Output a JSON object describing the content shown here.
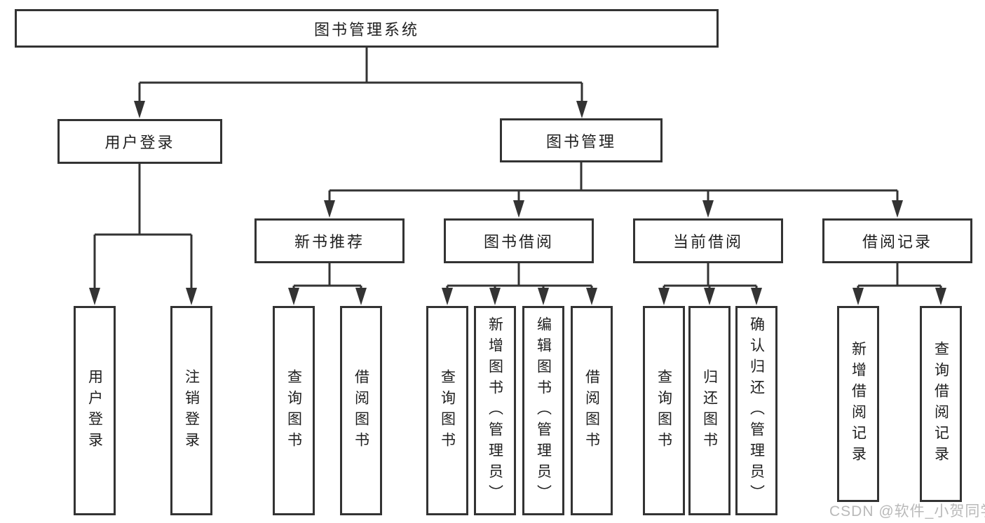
{
  "diagram": {
    "root": {
      "label": "图书管理系统"
    },
    "branches": [
      {
        "label": "用户登录",
        "children": [
          {
            "label": "用户登录"
          },
          {
            "label": "注销登录"
          }
        ]
      },
      {
        "label": "图书管理",
        "children": [
          {
            "label": "新书推荐",
            "children": [
              {
                "label": "查询图书"
              },
              {
                "label": "借阅图书"
              }
            ]
          },
          {
            "label": "图书借阅",
            "children": [
              {
                "label": "查询图书"
              },
              {
                "label": "新增图书（管理员）"
              },
              {
                "label": "编辑图书（管理员）"
              },
              {
                "label": "借阅图书"
              }
            ]
          },
          {
            "label": "当前借阅",
            "children": [
              {
                "label": "查询图书"
              },
              {
                "label": "归还图书"
              },
              {
                "label": "确认归还（管理员）"
              }
            ]
          },
          {
            "label": "借阅记录",
            "children": [
              {
                "label": "新增借阅记录"
              },
              {
                "label": "查询借阅记录"
              }
            ]
          }
        ]
      }
    ],
    "watermark": "CSDN @软件_小贺同学",
    "colors": {
      "line": "#333333",
      "box_border": "#333333",
      "text": "#1f1f1f",
      "watermark_text": "#b9b9b9",
      "background": "#ffffff"
    }
  }
}
